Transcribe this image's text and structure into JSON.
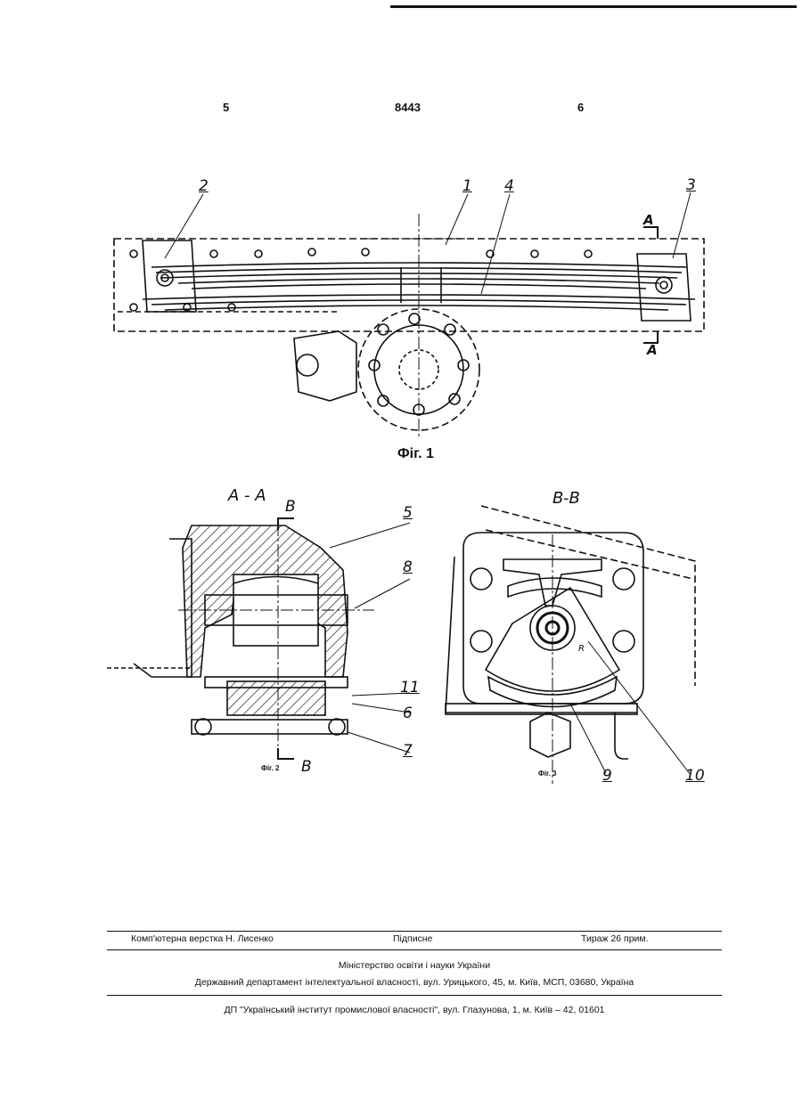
{
  "header": {
    "page_left": "5",
    "patent_number": "8443",
    "page_right": "6"
  },
  "figure1": {
    "caption": "Фіг. 1",
    "labels": [
      "1",
      "2",
      "3",
      "4"
    ],
    "section_mark": "A"
  },
  "figure2": {
    "section_title": "A - A",
    "cut_mark_top": "B",
    "cut_mark_bottom": "B",
    "caption": "Фіг. 2",
    "labels": [
      "5",
      "8",
      "11",
      "6",
      "7"
    ]
  },
  "figure3": {
    "section_title": "B-B",
    "caption": "Фіг. 3",
    "labels": [
      "9",
      "10"
    ],
    "radius_mark": "R"
  },
  "footer": {
    "layout_credit": "Комп'ютерна верстка Н. Лисенко",
    "signed": "Підписне",
    "circulation": "Тираж 26 прим.",
    "ministry": "Міністерство освіти і науки України",
    "department": "Державний департамент інтелектуальної власності, вул. Урицького, 45, м. Київ, МСП, 03680, Україна",
    "publisher": "ДП \"Український інститут промислової власності\", вул. Глазунова, 1, м. Київ – 42, 01601"
  }
}
